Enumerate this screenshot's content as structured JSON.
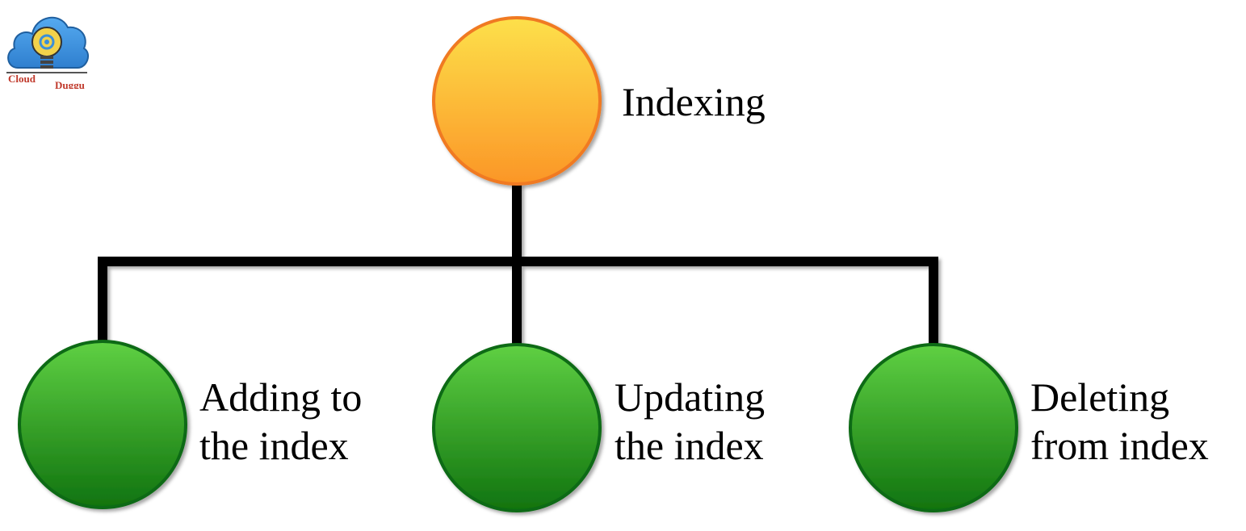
{
  "logo": {
    "name": "CloudDuggu",
    "text_left": "Cloud",
    "text_right": "Duggu",
    "icon": "cloud-lightbulb-icon",
    "colors": {
      "cloud": "#3b8fd9",
      "bulb": "#f2d24b",
      "text": "#c0392b"
    }
  },
  "root": {
    "label": "Indexing",
    "icon": "circle-node",
    "colors": {
      "fill_top": "#fde04a",
      "fill_bottom": "#fb9627",
      "stroke": "#f07a22"
    }
  },
  "children": [
    {
      "lines": [
        "Adding to",
        "the index"
      ],
      "icon": "circle-node"
    },
    {
      "lines": [
        "Updating",
        "the index"
      ],
      "icon": "circle-node"
    },
    {
      "lines": [
        "Deleting",
        "from index"
      ],
      "icon": "circle-node"
    }
  ],
  "child_colors": {
    "fill_top": "#5fd043",
    "fill_bottom": "#10730f",
    "stroke": "#0d6b12"
  },
  "connector_color": "#000000"
}
